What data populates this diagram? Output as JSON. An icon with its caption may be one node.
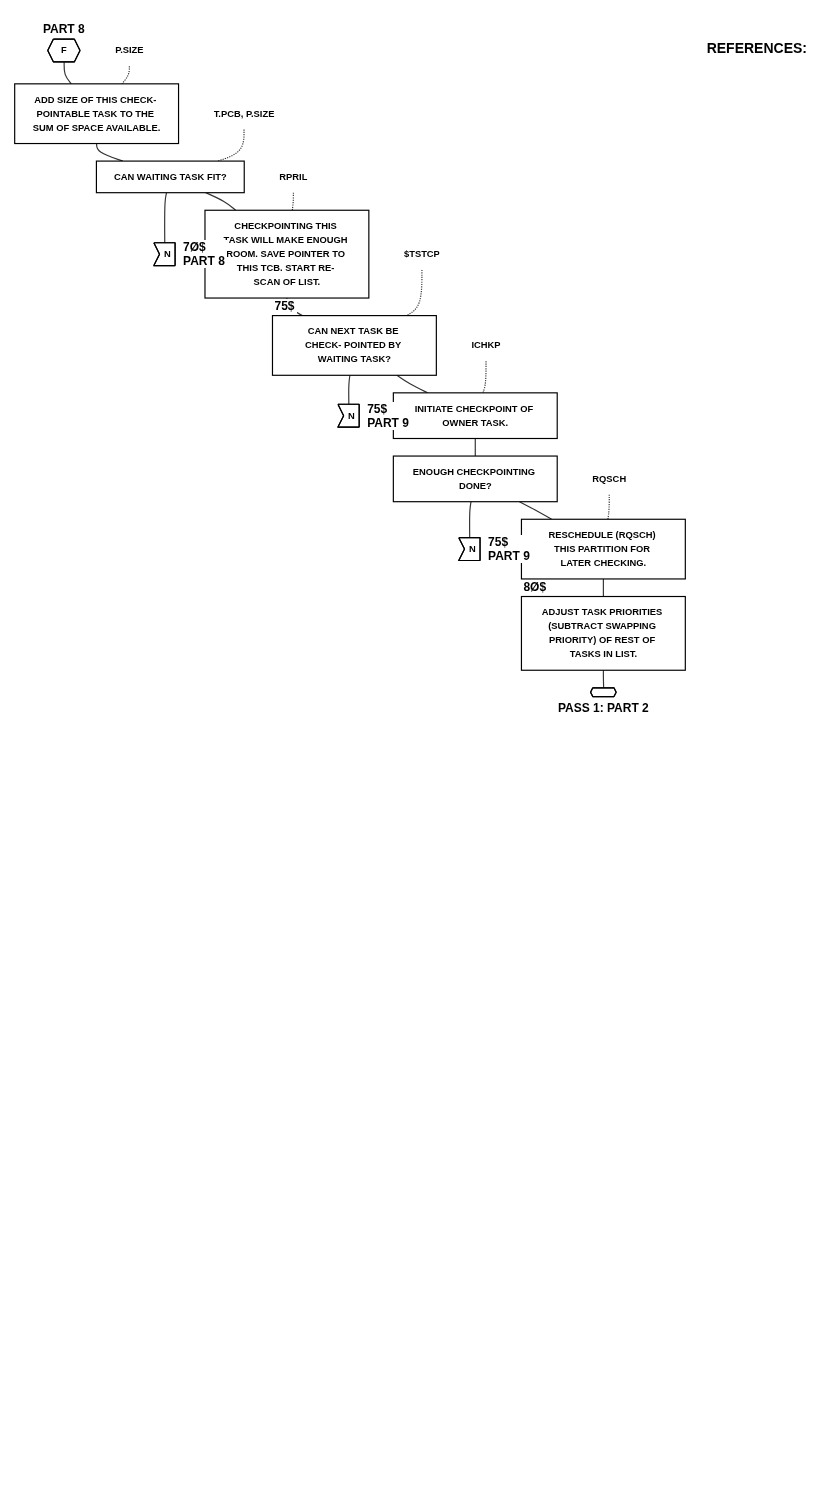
{
  "diagram": {
    "nodes": [
      {
        "text": [
          "F"
        ],
        "beside": [
          "PART 8"
        ]
      },
      {
        "text": [
          "P.SIZE"
        ]
      },
      {
        "text": [
          "ADD SIZE OF THIS CHECK- POINTABLE TASK TO THE SUM OF SPACE AVAILABLE."
        ]
      },
      {
        "text": [
          "T.PCB, P.SIZE"
        ]
      },
      {
        "text": [
          "CAN WAITING TASK FIT?"
        ]
      },
      {
        "text": [
          "N"
        ],
        "beside": [
          "7Ø$",
          "PART 8"
        ]
      },
      {
        "text": [
          "RPRIL"
        ]
      },
      {
        "text": [
          "CHECKPOINTING THIS TASK WILL MAKE ENOUGH ROOM. SAVE POINTER TO THIS TCB. START RE- SCAN OF LIST."
        ]
      },
      {
        "text": [
          "$TSTCP"
        ]
      },
      {
        "text": [
          "CAN NEXT TASK BE CHECK- POINTED BY WAITING TASK?"
        ],
        "beside": [
          "75$"
        ]
      },
      {
        "text": [
          "N"
        ],
        "beside": [
          "75$",
          "PART 9"
        ]
      },
      {
        "text": [
          "ICHKP"
        ]
      },
      {
        "text": [
          "INITIATE CHECKPOINT OF OWNER TASK."
        ]
      },
      {
        "text": [
          "ENOUGH CHECKPOINTING DONE?"
        ]
      },
      {
        "text": [
          "N"
        ],
        "beside": [
          "75$",
          "PART 9"
        ]
      },
      {
        "text": [
          "RQSCH"
        ]
      },
      {
        "text": [
          "RESCHEDULE (RQSCH) THIS PARTITION FOR LATER CHECKING."
        ]
      },
      {
        "text": [
          "ADJUST TASK PRIORITIES (SUBTRACT SWAPPING PRIORITY) OF REST OF TASKS IN LIST."
        ],
        "beside": [
          "8Ø$"
        ]
      },
      {
        "text": [],
        "shape": "pentagon",
        "beside": [
          "PASS 1: PART 2"
        ]
      }
    ],
    "edges": [
      {
        "from": 0,
        "to": 2,
        "arrow": "none"
      },
      {
        "from": 1,
        "to": 2,
        "arrow": "none",
        "style": "dashed"
      },
      {
        "from": 2,
        "to": 4,
        "arrow": "none"
      },
      {
        "from": 3,
        "to": 4,
        "arrow": "none",
        "style": "dashed"
      },
      {
        "from": 4,
        "to": 5,
        "arrow": "none"
      },
      {
        "from": 4,
        "to": 7,
        "arrow": "none"
      },
      {
        "from": 6,
        "to": 7,
        "arrow": "none",
        "style": "dashed"
      },
      {
        "from": 7,
        "to": 9,
        "arrow": "none"
      },
      {
        "from": 8,
        "to": 9,
        "arrow": "none",
        "style": "dashed"
      },
      {
        "from": 9,
        "to": 10,
        "arrow": "none"
      },
      {
        "from": 9,
        "to": 12,
        "arrow": "none"
      },
      {
        "from": 11,
        "to": 12,
        "arrow": "none",
        "style": "dashed"
      },
      {
        "from": 12,
        "to": 13,
        "arrow": "none"
      },
      {
        "from": 13,
        "to": 14,
        "arrow": "none"
      },
      {
        "from": 13,
        "to": 16,
        "arrow": "none"
      },
      {
        "from": 15,
        "to": 16,
        "arrow": "none",
        "style": "dashed"
      },
      {
        "from": 16,
        "to": 17,
        "arrow": "none"
      },
      {
        "from": 17,
        "to": 18,
        "arrow": "none"
      }
    ],
    "labels": [
      "REFERENCES:"
    ]
  }
}
